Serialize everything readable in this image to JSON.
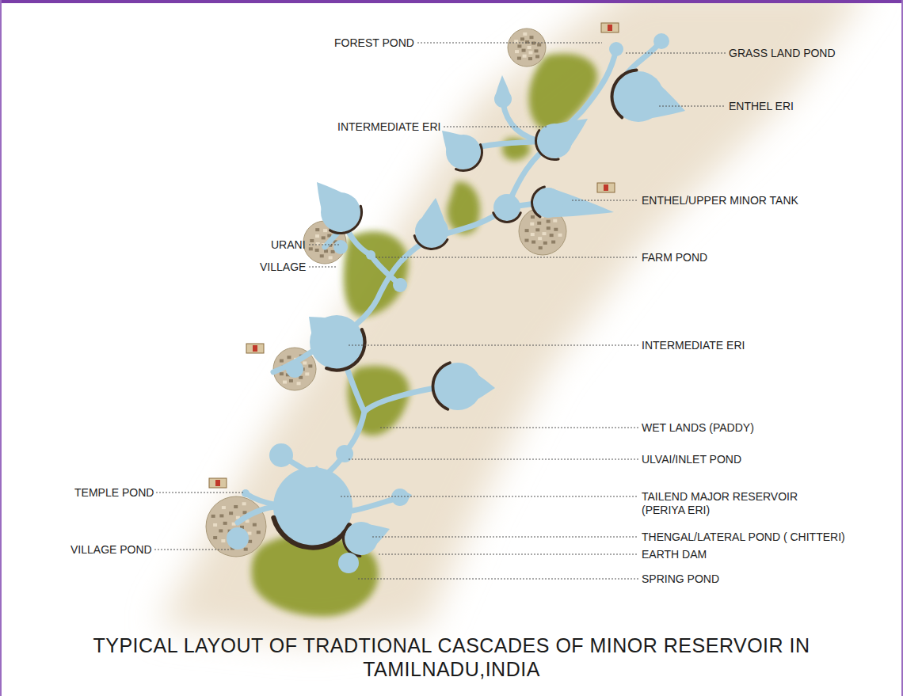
{
  "diagram": {
    "title": "TYPICAL LAYOUT OF TRADTIONAL CASCADES OF MINOR RESERVOIR IN TAMILNADU,INDIA",
    "labels": [
      "FOREST POND",
      "GRASS LAND POND",
      "ENTHEL ERI",
      "INTERMEDIATE ERI",
      "ENTHEL/UPPER MINOR TANK",
      "URANI",
      "VILLAGE",
      "FARM POND",
      "INTERMEDIATE ERI",
      "WET LANDS (PADDY)",
      "ULVAI/INLET POND",
      "TAILEND MAJOR RESERVOIR (PERIYA ERI)",
      "THENGAL/LATERAL POND ( CHITTERI)",
      "EARTH DAM",
      "SPRING POND",
      "TEMPLE POND",
      "VILLAGE POND"
    ]
  }
}
